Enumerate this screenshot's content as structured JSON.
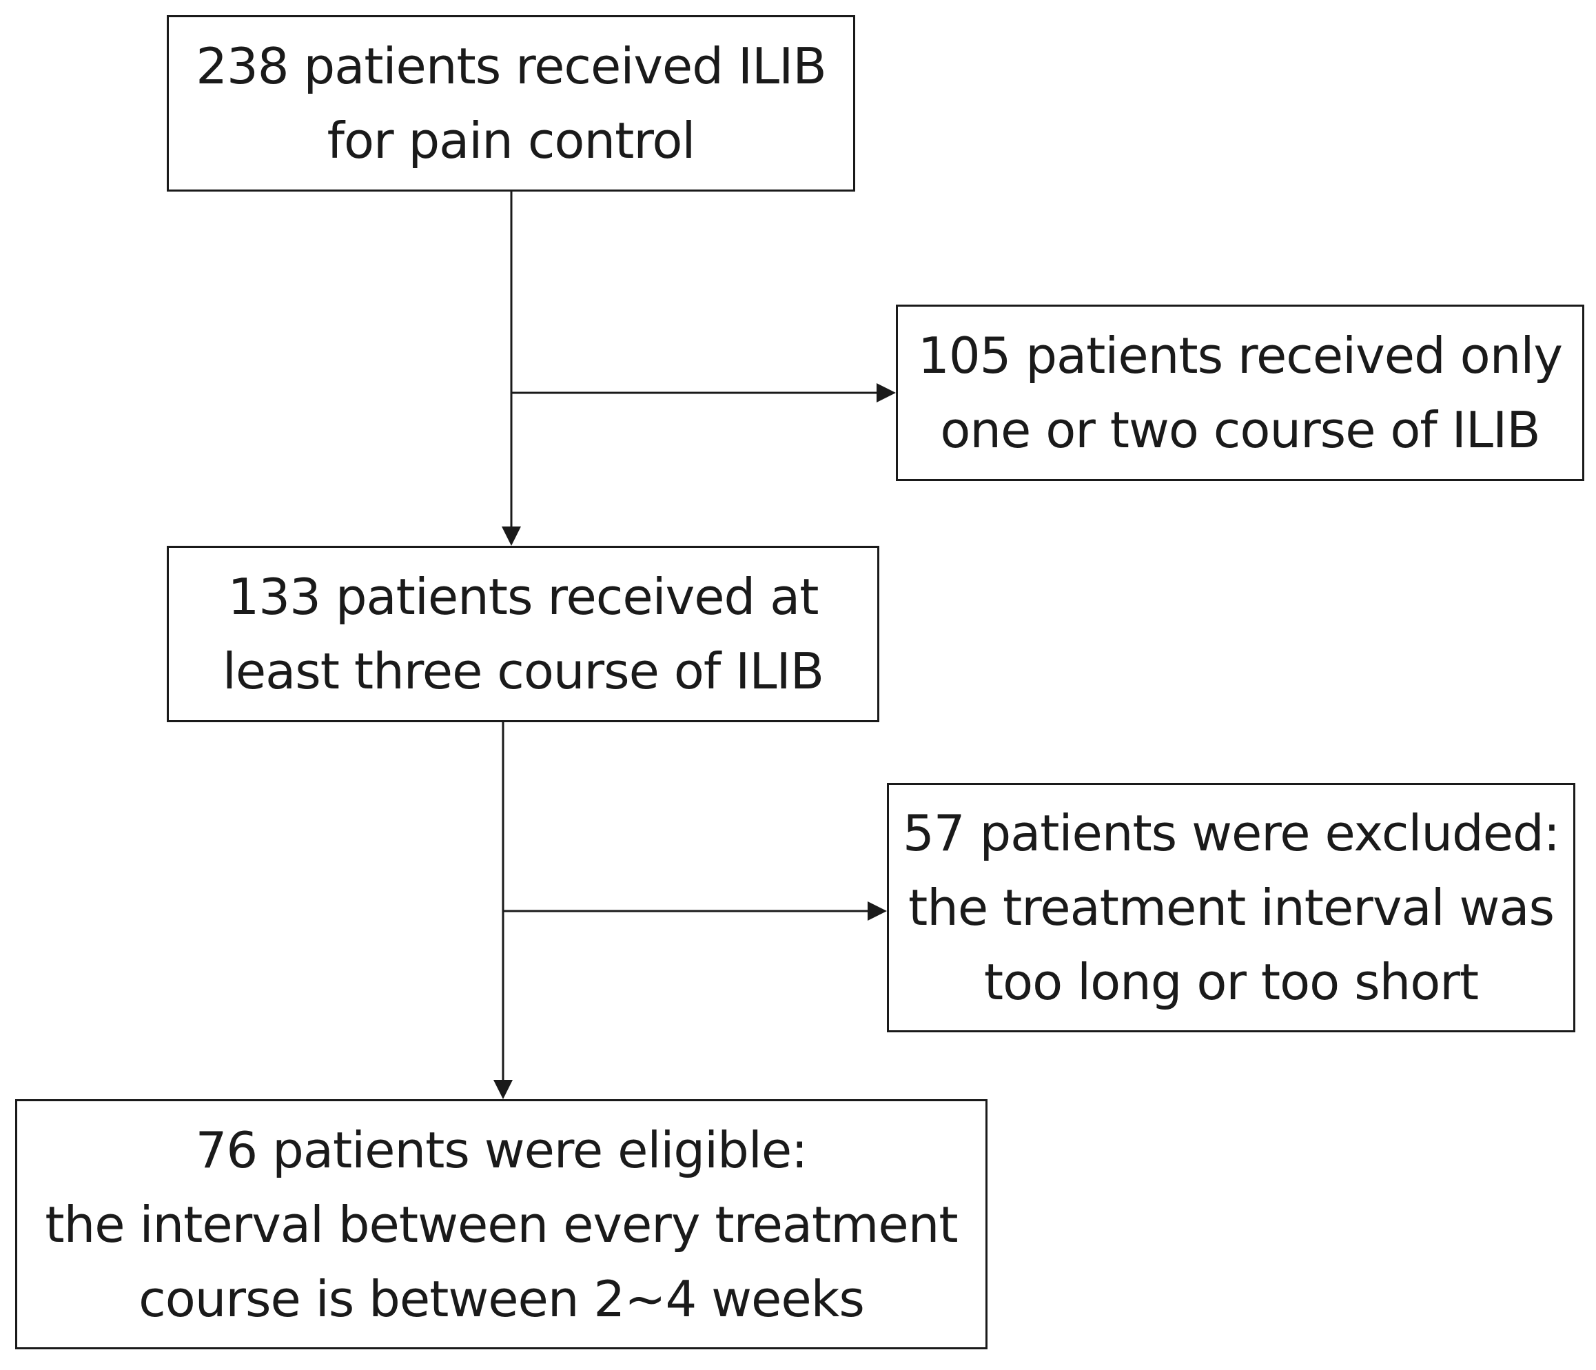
{
  "boxes": {
    "start": {
      "lines": [
        "238 patients received ILIB",
        "for pain control"
      ]
    },
    "exclusion_1": {
      "lines": [
        "105 patients received only",
        "one or two course of ILIB"
      ]
    },
    "middle": {
      "lines": [
        "133 patients received at",
        "least three course of ILIB"
      ]
    },
    "exclusion_2": {
      "lines": [
        "57 patients were excluded:",
        "the treatment interval was",
        "too long or too short"
      ]
    },
    "final": {
      "lines": [
        "76 patients were eligible:",
        "the interval between every treatment",
        "course is between 2~4 weeks"
      ]
    }
  },
  "colors": {
    "stroke": "#1a1a1a",
    "background": "#ffffff"
  }
}
